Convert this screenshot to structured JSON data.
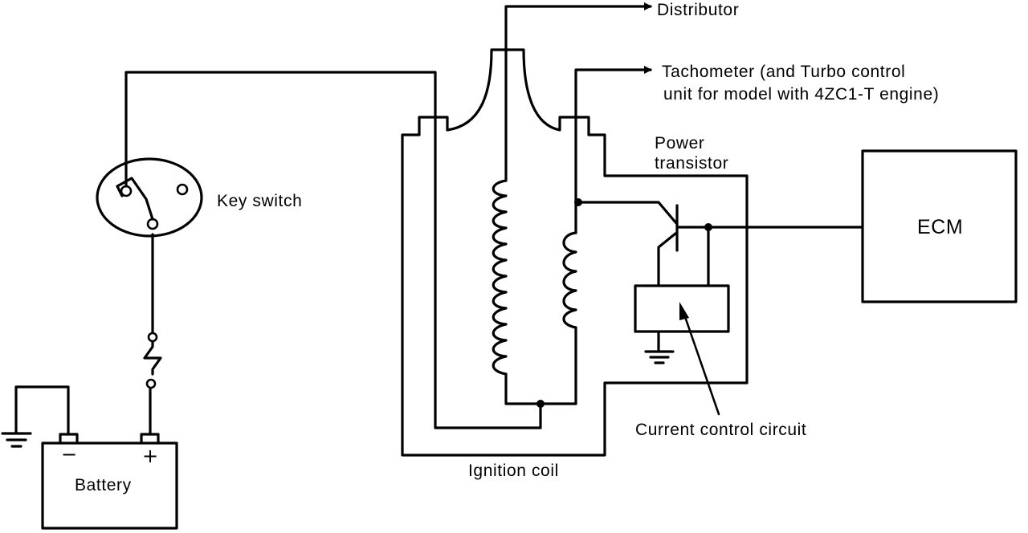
{
  "labels": {
    "distributor": "Distributor",
    "tachometer_line1": "Tachometer (and Turbo control",
    "tachometer_line2": "unit for model with 4ZC1-T engine)",
    "power_transistor_line1": "Power",
    "power_transistor_line2": "transistor",
    "key_switch": "Key switch",
    "ecm": "ECM",
    "current_control_circuit": "Current control circuit",
    "ignition_coil": "Ignition coil",
    "battery": "Battery",
    "battery_minus": "−",
    "battery_plus": "+"
  },
  "icons": {
    "ground": "ground-icon",
    "fuse": "fuse-icon",
    "arrow": "arrow-right-icon",
    "coil": "inductor-coil-icon",
    "transistor": "transistor-icon"
  }
}
